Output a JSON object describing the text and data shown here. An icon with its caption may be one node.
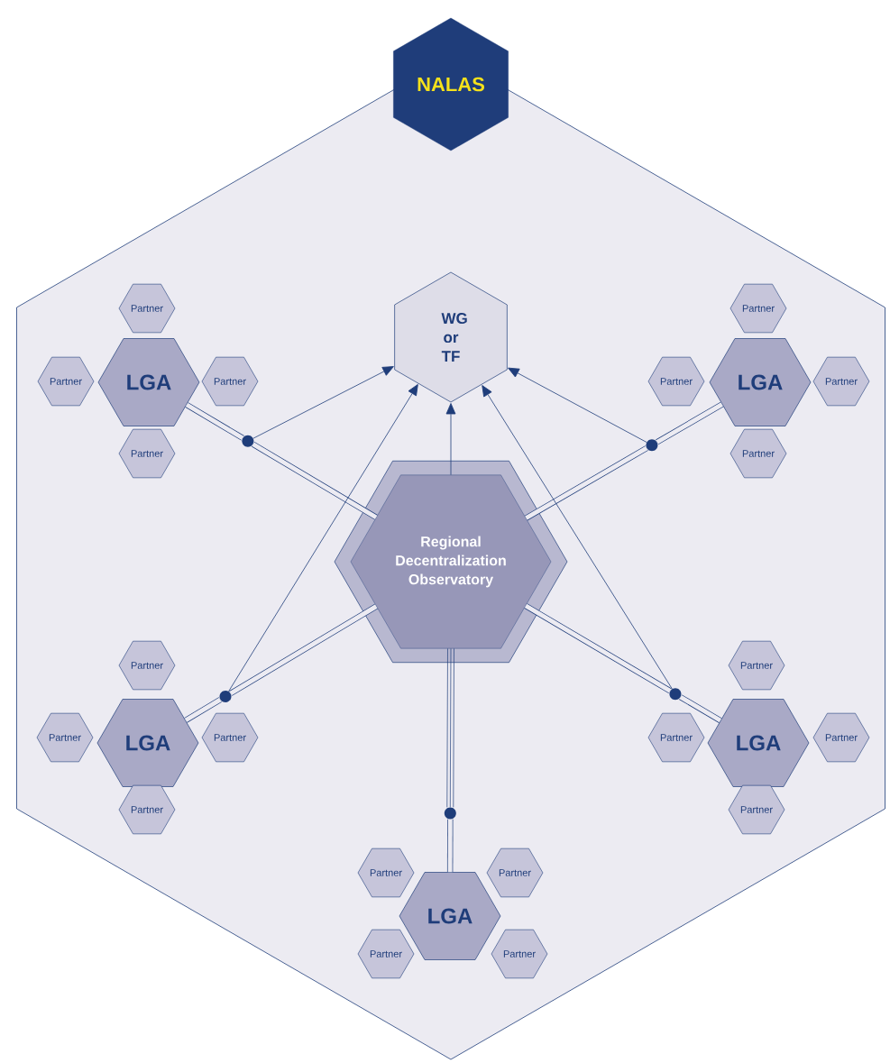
{
  "diagram": {
    "nodes": [
      {
        "text": [
          "NALAS"
        ]
      },
      {
        "text": [
          "WG or TF"
        ],
        "in": 0
      },
      {
        "text": [
          "Regional Decentralization Observatory"
        ],
        "in": 0
      },
      {
        "text": [
          "Partner"
        ],
        "in": 0
      },
      {
        "text": [
          "Partner"
        ],
        "in": 0
      },
      {
        "text": [
          "LGA"
        ],
        "in": 0
      },
      {
        "text": [
          "Partner"
        ],
        "in": 0
      },
      {
        "text": [
          "Partner"
        ],
        "in": 0
      },
      {
        "text": [
          "Partner"
        ],
        "in": 0
      },
      {
        "text": [
          "Partner"
        ],
        "in": 0
      },
      {
        "text": [
          "LGA"
        ],
        "in": 0
      },
      {
        "text": [
          "Partner"
        ],
        "in": 0
      },
      {
        "text": [
          "Partner"
        ],
        "in": 0
      },
      {
        "text": [
          "Partner"
        ],
        "in": 0
      },
      {
        "text": [
          "Partner"
        ],
        "in": 0
      },
      {
        "text": [
          "LGA"
        ],
        "in": 0
      },
      {
        "text": [
          "Partner"
        ],
        "in": 0
      },
      {
        "text": [
          "Partner"
        ],
        "in": 0
      },
      {
        "text": [
          "Partner"
        ],
        "in": 0
      },
      {
        "text": [
          "Partner"
        ],
        "in": 0
      },
      {
        "text": [
          "LGA"
        ],
        "in": 0
      },
      {
        "text": [
          "Partner"
        ],
        "in": 0
      },
      {
        "text": [
          "Partner"
        ],
        "in": 0
      },
      {
        "text": [
          "Partner"
        ],
        "in": 0
      },
      {
        "text": [
          "Partner"
        ],
        "in": 0
      },
      {
        "text": [
          "LGA"
        ],
        "in": 0
      },
      {
        "text": [
          "Partner"
        ],
        "in": 0
      },
      {
        "text": [
          "Partner"
        ],
        "in": 0
      },
      {
        "text": [],
        "shape": "circle",
        "in": 0
      },
      {
        "text": [],
        "shape": "circle",
        "in": 0
      },
      {
        "text": [],
        "shape": "circle",
        "in": 0
      },
      {
        "text": [],
        "shape": "circle",
        "in": 0
      },
      {
        "text": [],
        "shape": "circle",
        "in": 0
      }
    ],
    "edges": [
      {
        "from": 2,
        "to": 28,
        "arrow": "none"
      },
      {
        "from": 28,
        "to": 5,
        "arrow": "none"
      },
      {
        "from": 2,
        "to": 29,
        "arrow": "none"
      },
      {
        "from": 29,
        "to": 10,
        "arrow": "none"
      },
      {
        "from": 2,
        "to": 30,
        "arrow": "none"
      },
      {
        "from": 30,
        "to": 15,
        "arrow": "none"
      },
      {
        "from": 2,
        "to": 31,
        "arrow": "none"
      },
      {
        "from": 31,
        "to": 20,
        "arrow": "none"
      },
      {
        "from": 2,
        "to": 32,
        "arrow": "none"
      },
      {
        "from": 32,
        "to": 25,
        "arrow": "none"
      },
      {
        "from": 28,
        "to": 1,
        "arrow": "to"
      },
      {
        "from": 29,
        "to": 1,
        "arrow": "to"
      },
      {
        "from": 30,
        "to": 1,
        "arrow": "to"
      },
      {
        "from": 31,
        "to": 1,
        "arrow": "to"
      },
      {
        "from": 2,
        "to": 1,
        "arrow": "to"
      }
    ]
  }
}
